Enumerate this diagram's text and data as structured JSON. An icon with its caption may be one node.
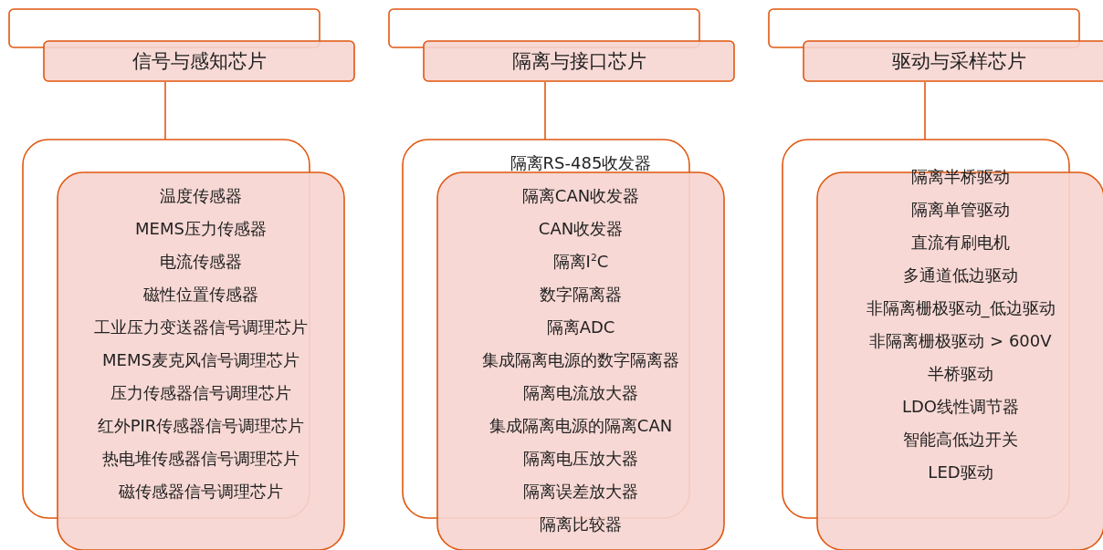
{
  "diagram": {
    "nodes": [
      {
        "text": [
          "信号与感知芯片"
        ]
      },
      {
        "text": [
          "隔离与接口芯片"
        ]
      },
      {
        "text": [
          "驱动与采样芯片"
        ]
      },
      {
        "text": [
          "温度传感器",
          "MEMS压力传感器",
          "电流传感器",
          "磁性位置传感器",
          "工业压力变送器信号调理芯片",
          "MEMS麦克风信号调理芯片",
          "压力传感器信号调理芯片",
          "红外PIR传感器信号调理芯片",
          "热电堆传感器信号调理芯片",
          "磁传感器信号调理芯片"
        ]
      },
      {
        "text": [
          "隔离RS-485收发器",
          "隔离CAN收发器",
          "CAN收发器",
          "隔离I$^{2}$C",
          "数字隔离器",
          "隔离ADC",
          "集成隔离电源的数字隔离器",
          "隔离电流放大器",
          "集成隔离电源的隔离CAN",
          "隔离电压放大器",
          "隔离误差放大器",
          "隔离比较器"
        ]
      },
      {
        "text": [
          "隔离半桥驱动",
          "隔离单管驱动",
          "直流有刷电机",
          "多通道低边驱动",
          "非隔离栅极驱动_低边驱动",
          "非隔离栅极驱动 > 600V",
          "半桥驱动",
          "LDO线性调节器",
          "智能高低边开关",
          "LED驱动"
        ]
      }
    ],
    "edges": [
      {
        "from": 0,
        "to": 3,
        "arrow": "none"
      },
      {
        "from": 1,
        "to": 4,
        "arrow": "none"
      },
      {
        "from": 2,
        "to": 5,
        "arrow": "none"
      }
    ]
  }
}
